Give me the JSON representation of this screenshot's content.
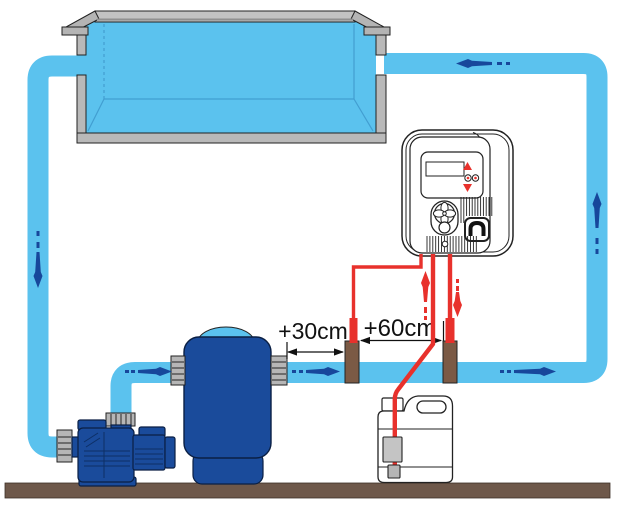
{
  "diagram": {
    "title": "Pool dosing pump installation diagram",
    "labels": {
      "probe_distance": "+30cm",
      "injection_distance": "+60cm"
    },
    "colors": {
      "water_blue": "#5BC2EE",
      "equipment_blue": "#1A4B9B",
      "flow_arrow_blue": "#17479B",
      "dosing_red": "#E8312C",
      "floor_brown": "#6E584A",
      "saddle_brown": "#7B5A45",
      "wall_gray": "#B9B9B9",
      "coupling_gray": "#B6B6B6",
      "outline_dark": "#1A1A1A"
    },
    "components": [
      {
        "name": "swimming-pool"
      },
      {
        "name": "suction-pipe"
      },
      {
        "name": "return-pipe"
      },
      {
        "name": "circulation-pump"
      },
      {
        "name": "sand-filter"
      },
      {
        "name": "dosing-controller"
      },
      {
        "name": "probe-saddle"
      },
      {
        "name": "injection-saddle"
      },
      {
        "name": "chemical-canister"
      },
      {
        "name": "suction-lance"
      }
    ]
  }
}
